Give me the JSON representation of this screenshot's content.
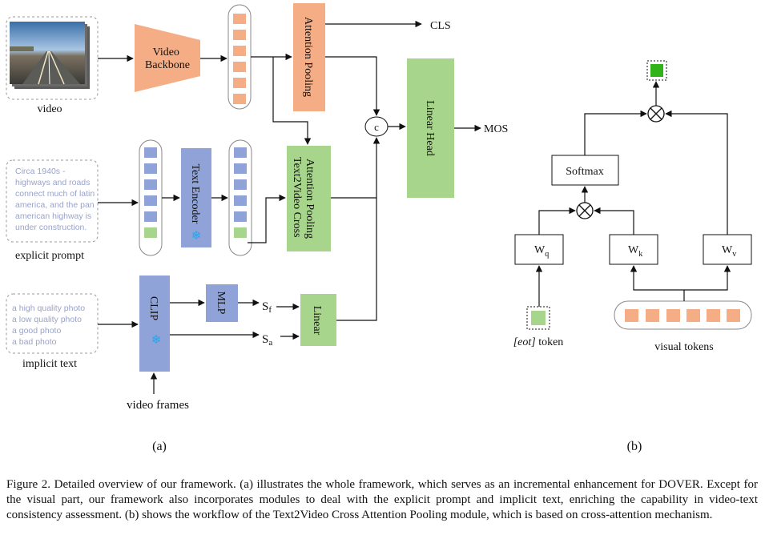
{
  "panel_a": {
    "video_label": "video",
    "video_backbone": [
      "Video",
      "Backbone"
    ],
    "attention_pooling": "Attention Pooling",
    "cls_label": "CLS",
    "concat_label": "c",
    "linear_head": "Linear Head",
    "mos_label": "MOS",
    "explicit_prompt_lines": [
      "Circa 1940s -",
      "highways and roads",
      "connect much of latin",
      "america, and the pan",
      "american highway is",
      "under construction."
    ],
    "explicit_prompt_label": "explicit prompt",
    "text_encoder": "Text Encoder",
    "t2v_pooling": [
      "Text2Video Cross",
      "Attention Pooling"
    ],
    "implicit_text_lines": [
      "a high quality photo",
      "a low quality photo",
      "a good photo",
      "a bad photo"
    ],
    "implicit_text_label": "implicit text",
    "clip": "CLIP",
    "mlp": "MLP",
    "sf_main": "S",
    "sf_sub": "f",
    "sa_main": "S",
    "sa_sub": "a",
    "linear": "Linear",
    "video_frames_label": "video frames",
    "panel_label": "(a)"
  },
  "panel_b": {
    "softmax": "Softmax",
    "wq_main": "W",
    "wq_sub": "q",
    "wk_main": "W",
    "wk_sub": "k",
    "wv_main": "W",
    "wv_sub": "v",
    "multiply_symbol": "⊗",
    "eot_italic": "[eot]",
    "eot_rest": " token",
    "visual_tokens_label": "visual tokens",
    "panel_label": "(b)"
  },
  "caption": "Figure 2. Detailed overview of our framework. (a) illustrates the whole framework, which serves as an incremental enhancement for DOVER. Except for the visual part, our framework also incorporates modules to deal with the explicit prompt and implicit text, enriching the capability in video-text consistency assessment. (b) shows the workflow of the Text2Video Cross Attention Pooling module, which is based on cross-attention mechanism.",
  "colors": {
    "orange": "#f5ad85",
    "blue": "#8fa3d8",
    "green": "#a8d58c",
    "bright_green": "#33b31a",
    "prompt_text": "#9aa3c9",
    "snowflake": "#2aa3e6"
  },
  "icons": [
    "snowflake-icon",
    "multiply-icon",
    "video-thumbnail"
  ]
}
